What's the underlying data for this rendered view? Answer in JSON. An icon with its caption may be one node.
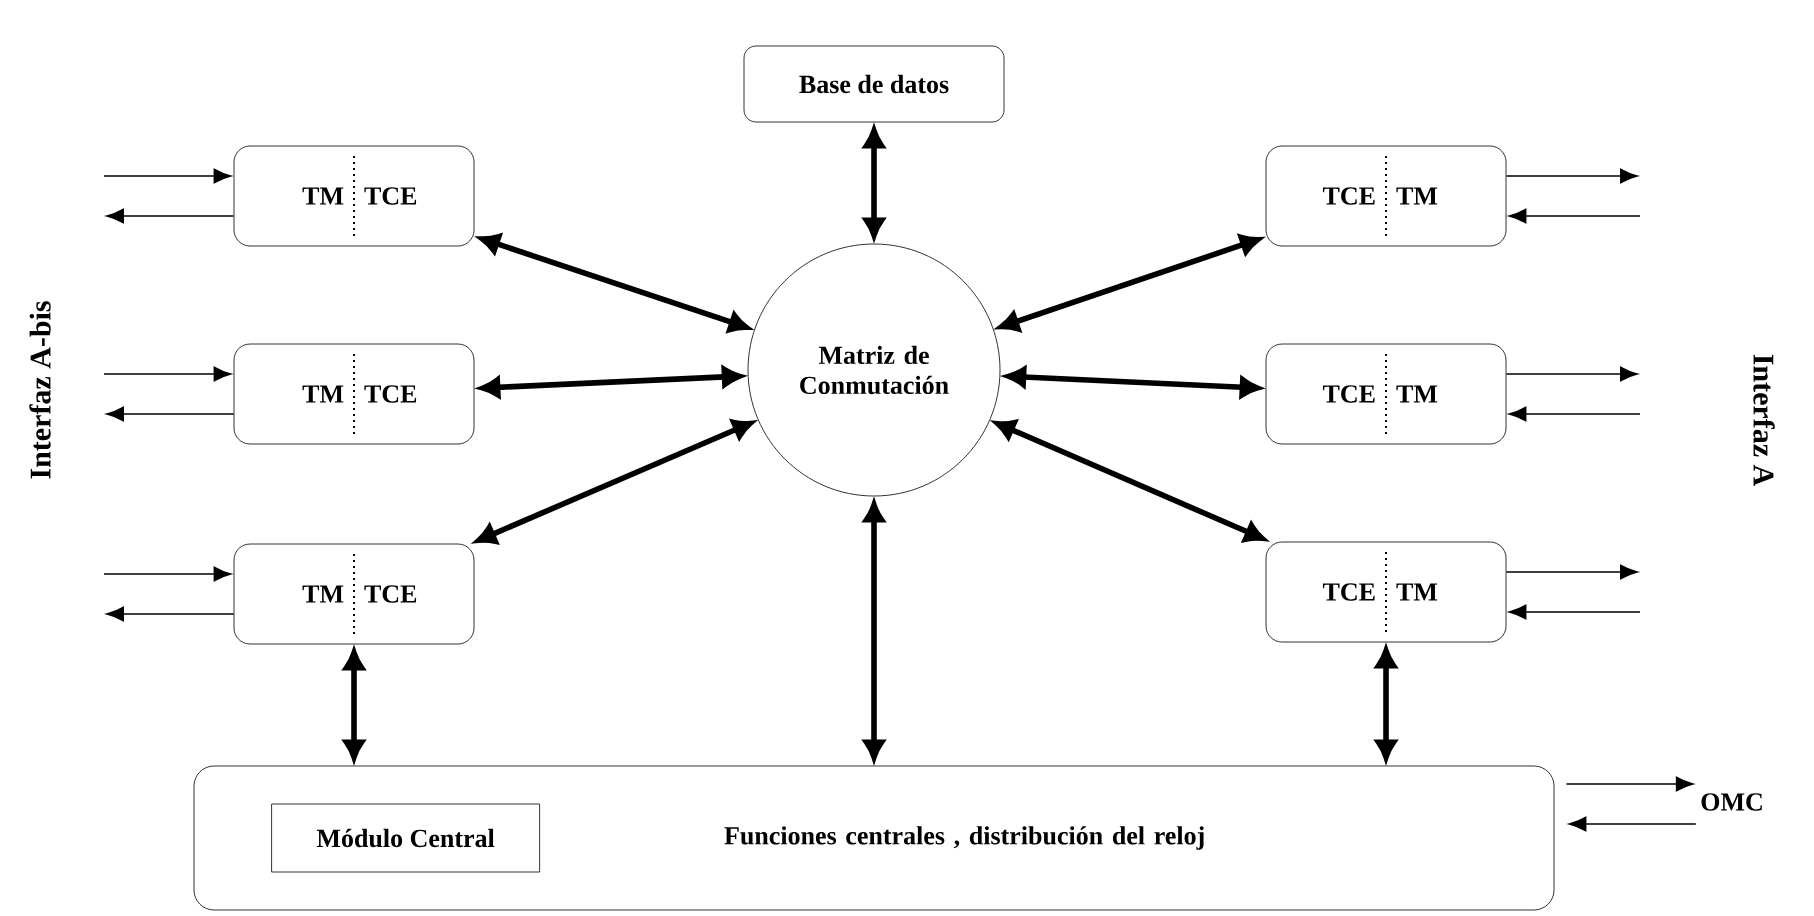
{
  "diagram": {
    "nodes": [
      {
        "text": [
          "Base de datos"
        ]
      },
      {
        "text": [
          "Matriz de Conmutación"
        ]
      },
      {
        "text": [
          "TM",
          "TCE"
        ]
      },
      {
        "text": [
          "TM",
          "TCE"
        ]
      },
      {
        "text": [
          "TM",
          "TCE"
        ]
      },
      {
        "text": [
          "TCE",
          "TM"
        ]
      },
      {
        "text": [
          "TCE",
          "TM"
        ]
      },
      {
        "text": [
          "TCE",
          "TM"
        ]
      },
      {
        "text": [
          "Funciones centrales , distribución del reloj"
        ]
      },
      {
        "text": [
          "Módulo Central"
        ],
        "in": 8
      },
      {
        "text": [
          "OMC"
        ]
      }
    ],
    "edges": [
      {
        "from": 0,
        "to": 1,
        "arrow": "both",
        "style": "thick"
      },
      {
        "from": 2,
        "to": 1,
        "arrow": "both",
        "style": "thick"
      },
      {
        "from": 3,
        "to": 1,
        "arrow": "both",
        "style": "thick"
      },
      {
        "from": 4,
        "to": 1,
        "arrow": "both",
        "style": "thick"
      },
      {
        "from": 5,
        "to": 1,
        "arrow": "both",
        "style": "thick"
      },
      {
        "from": 6,
        "to": 1,
        "arrow": "both",
        "style": "thick"
      },
      {
        "from": 7,
        "to": 1,
        "arrow": "both",
        "style": "thick"
      },
      {
        "from": 4,
        "to": 8,
        "arrow": "both",
        "style": "thick"
      },
      {
        "from": 1,
        "to": 8,
        "arrow": "both",
        "style": "thick"
      },
      {
        "from": 7,
        "to": 8,
        "arrow": "both",
        "style": "thick"
      },
      {
        "from": null,
        "to": 2,
        "arrow": "to"
      },
      {
        "from": 2,
        "to": null,
        "arrow": "to"
      },
      {
        "from": null,
        "to": 3,
        "arrow": "to"
      },
      {
        "from": 3,
        "to": null,
        "arrow": "to"
      },
      {
        "from": null,
        "to": 4,
        "arrow": "to"
      },
      {
        "from": 4,
        "to": null,
        "arrow": "to"
      },
      {
        "from": 5,
        "to": null,
        "arrow": "to"
      },
      {
        "from": null,
        "to": 5,
        "arrow": "to"
      },
      {
        "from": 6,
        "to": null,
        "arrow": "to"
      },
      {
        "from": null,
        "to": 6,
        "arrow": "to"
      },
      {
        "from": 7,
        "to": null,
        "arrow": "to"
      },
      {
        "from": null,
        "to": 7,
        "arrow": "to"
      },
      {
        "from": 8,
        "to": 10,
        "arrow": "to"
      },
      {
        "from": 10,
        "to": 8,
        "arrow": "to"
      }
    ],
    "labels": [
      "Interfaz A-bis",
      "Interfaz A"
    ]
  }
}
